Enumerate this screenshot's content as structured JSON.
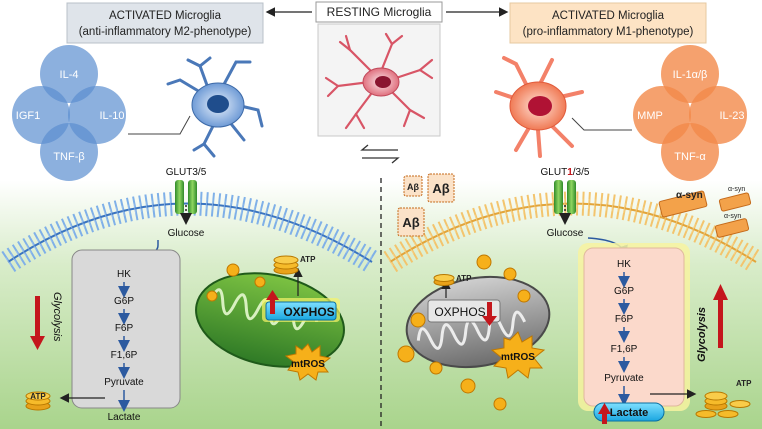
{
  "header": {
    "left_line1": "ACTIVATED Microglia",
    "left_line2": "(anti-inflammatory M2-phenotype)",
    "center": "RESTING Microglia",
    "right_line1": "ACTIVATED Microglia",
    "right_line2": "(pro-inflammatory M1-phenotype)"
  },
  "left_cytokines": [
    "IL-4",
    "IGF1",
    "IL-10",
    "TNF-β"
  ],
  "right_cytokines": [
    "IL-1α/β",
    "MMP",
    "IL-23",
    "TNF-α"
  ],
  "left_panel": {
    "transporter": "GLUT3/5",
    "glucose": "Glucose",
    "pathway": [
      "HK",
      "G6P",
      "F6P",
      "F1,6P",
      "Pyruvate",
      "Lactate"
    ],
    "glycolysis_label": "Glycolysis",
    "atp_label": "ATP",
    "oxphos_label": "OXPHOS",
    "mtros_label": "mtROS",
    "atp_mito": "ATP"
  },
  "right_panel": {
    "transporter_prefix": "GLUT",
    "transporter_highlight": "1",
    "transporter_suffix": "/3/5",
    "glucose": "Glucose",
    "pathway": [
      "HK",
      "G6P",
      "F6P",
      "F1,6P",
      "Pyruvate",
      "Lactate"
    ],
    "glycolysis_label": "Glycolysis",
    "atp_label": "ATP",
    "oxphos_label": "OXPHOS",
    "mtros_label": "mtROS",
    "atp_mito": "ATP",
    "abeta": "Aβ",
    "asyn": "α-syn"
  },
  "colors": {
    "m2_blue": "#5b8fd0",
    "m1_orange": "#f28a4a",
    "header_left_bg": "#dde3ea",
    "header_right_bg": "#fde3c4",
    "arrow_red": "#c4161c"
  }
}
